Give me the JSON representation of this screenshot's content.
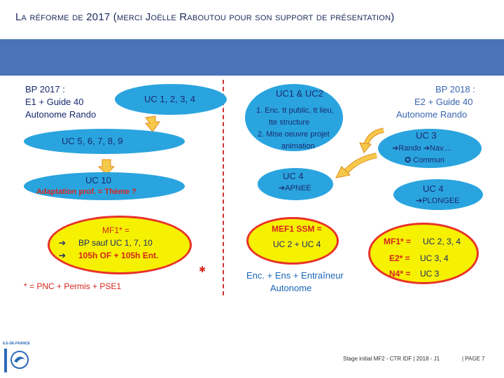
{
  "header": {
    "title": "La réforme de 2017 (merci Joëlle Raboutou pour son support de présentation)"
  },
  "left": {
    "bp2017_title": "BP 2017 :",
    "bp2017_line1": "E1 + Guide 40",
    "bp2017_line2": "Autonome Rando",
    "uc1234": "UC 1, 2, 3, 4",
    "uc56789": "UC 5, 6, 7, 8, 9",
    "uc10": "UC 10",
    "uc10_sub": "Adaptation prof. = Thème ?",
    "mf1_title": "MF1* =",
    "mf1_line1": "BP sauf UC 1, 7, 10",
    "mf1_line2": "105h OF + 105h Ent.",
    "footnote": "* = PNC + Permis + PSE1"
  },
  "center": {
    "uc12": "UC1 & UC2",
    "uc12_line1": "1. Enc. tt public, tt lieu,",
    "uc12_line2": "tte structure",
    "uc12_line3": "2. Mise oeuvre projet",
    "uc12_line4": "animation",
    "uc4": "UC 4",
    "uc4_sub": "➔APNEE",
    "mef1_title": "MEF1 SSM =",
    "mef1_line": "UC 2 + UC 4",
    "enc_line1": "Enc. + Ens + Entraîneur",
    "enc_line2": "Autonome"
  },
  "right": {
    "bp2018_title": "BP 2018 :",
    "bp2018_line1": "E2 + Guide 40",
    "bp2018_line2": "Autonome Rando",
    "uc3": "UC 3",
    "uc3_line1": "➔Rando ➔Nav....",
    "uc3_line2": "✪ Commun",
    "uc4b": "UC 4",
    "uc4b_sub": "➔PLONGEE",
    "mf1_label": "MF1* =",
    "mf1_val": "UC 2, 3, 4",
    "e2_label": "E2* =",
    "e2_val": "UC 3, 4",
    "n4_label": "N4* =",
    "n4_val": "UC 3"
  },
  "footer": {
    "stage": "Stage initial MF2 - CTR IDF | 2018 - J1",
    "page": "| PAGE 7",
    "logo_text": "ILE-DE-FRANCE"
  },
  "colors": {
    "band": "#4a73b8",
    "ellipse": "#2aa4df",
    "yellow": "#f6f100",
    "red": "#d6251c",
    "navy": "#1a2a6e"
  }
}
